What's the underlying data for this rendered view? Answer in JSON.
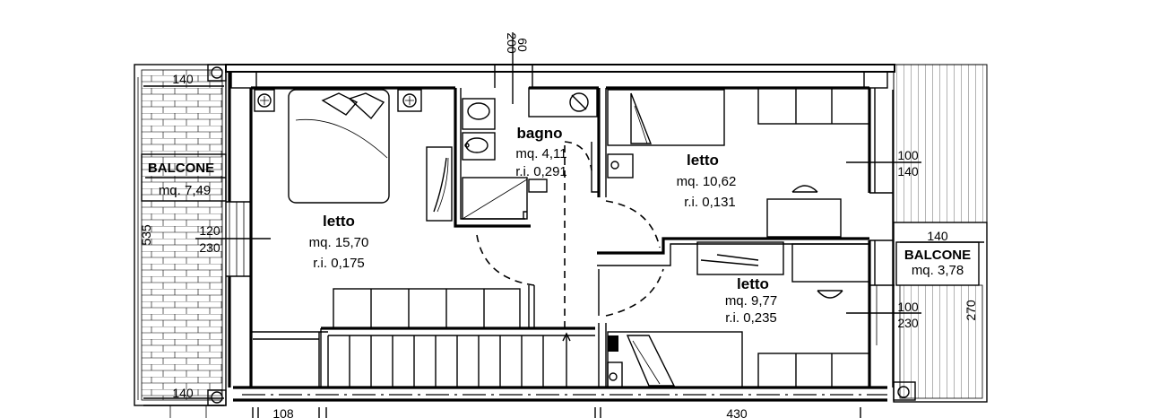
{
  "plan": {
    "rooms": [
      {
        "id": "letto-1",
        "name": "letto",
        "area": "mq. 15,70",
        "ri": "r.i. 0,175"
      },
      {
        "id": "bagno",
        "name": "bagno",
        "area": "mq. 4,11",
        "ri": "r.i. 0,291"
      },
      {
        "id": "letto-2",
        "name": "letto",
        "area": "mq. 10,62",
        "ri": "r.i. 0,131"
      },
      {
        "id": "letto-3",
        "name": "letto",
        "area": "mq. 9,77",
        "ri": "r.i. 0,235"
      }
    ],
    "balconies": [
      {
        "id": "balcone-left",
        "name": "BALCONE",
        "area": "mq. 7,49"
      },
      {
        "id": "balcone-right",
        "name": "BALCONE",
        "area": "mq. 3,78"
      }
    ],
    "dimensions": {
      "left_top_140": "140",
      "left_bottom_140": "140",
      "left_535": "535",
      "window_left_w": "120",
      "window_left_h": "230",
      "top_200": "200",
      "top_60": "60",
      "right_top_w": "100",
      "right_top_h": "140",
      "right_bal_140": "140",
      "right_mid_w": "100",
      "right_mid_h": "230",
      "right_270": "270",
      "bottom_108": "108",
      "bottom_430": "430"
    }
  }
}
